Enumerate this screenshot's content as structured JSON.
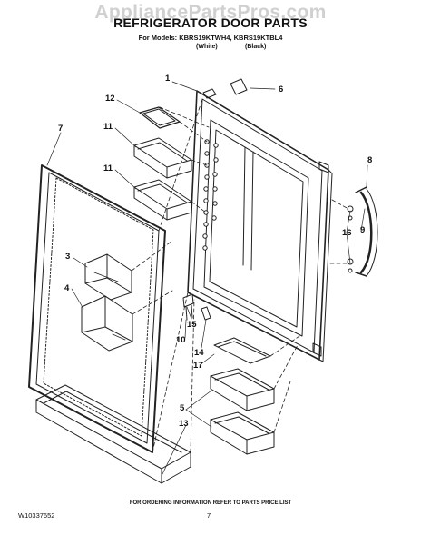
{
  "watermark": "AppliancePartsPros.com",
  "title": "REFRIGERATOR DOOR PARTS",
  "models_line": "For Models: KBRS19KTWH4, KBRS19KTBL4",
  "variants": [
    "(White)",
    "(Black)"
  ],
  "callouts": [
    "1",
    "6",
    "12",
    "7",
    "11",
    "11",
    "3",
    "4",
    "8",
    "16",
    "9",
    "15",
    "10",
    "14",
    "17",
    "5",
    "13"
  ],
  "footer_note": "FOR ORDERING INFORMATION REFER TO PARTS PRICE LIST",
  "doc_number": "W10337652",
  "page_number": "7"
}
